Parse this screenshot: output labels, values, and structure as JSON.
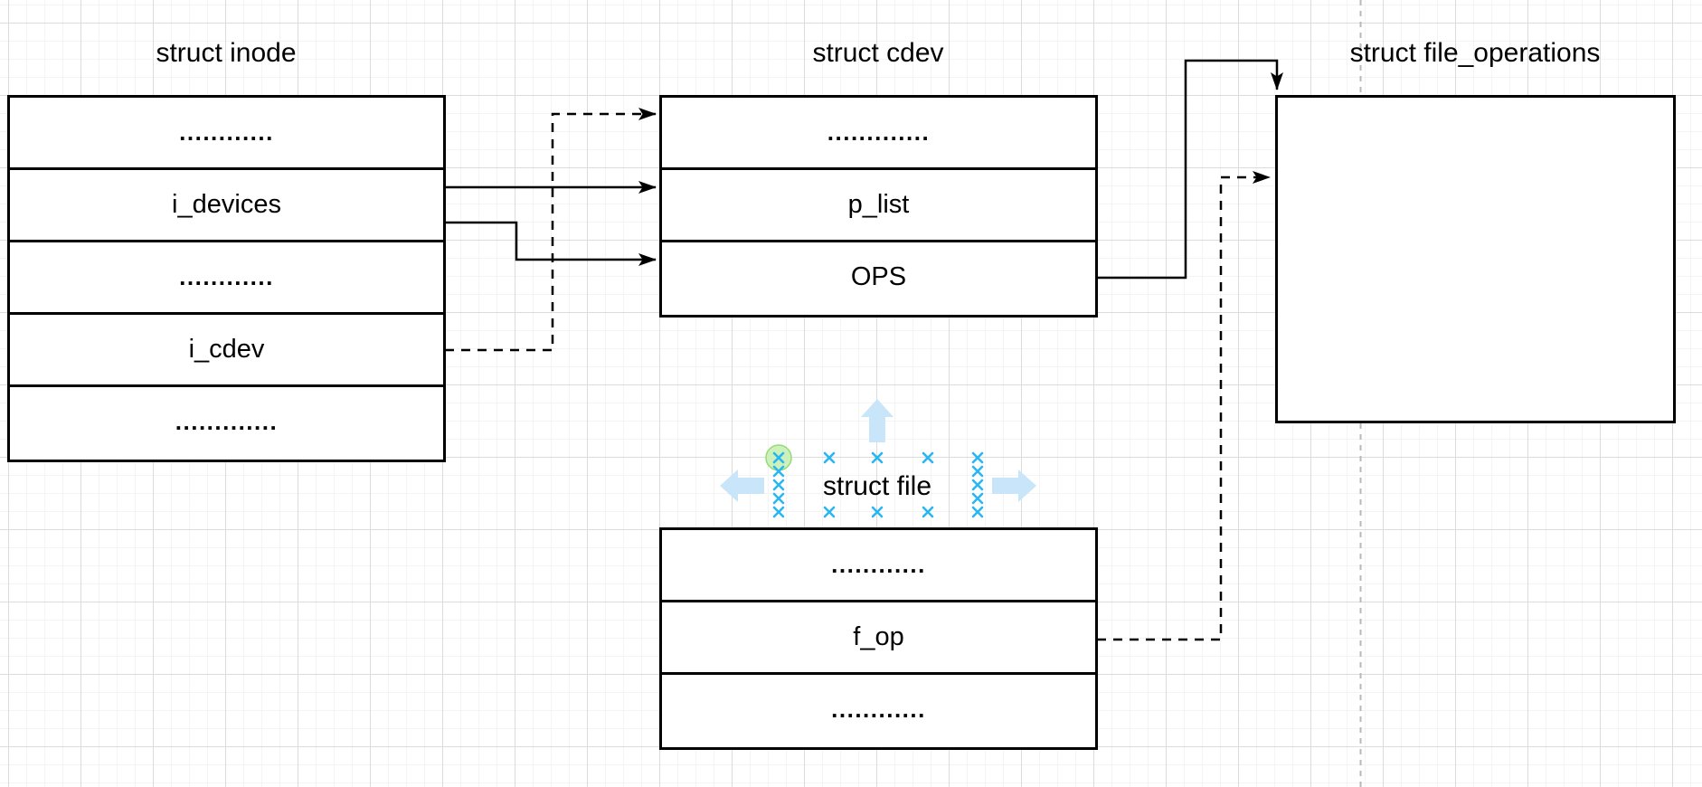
{
  "diagram": {
    "inode": {
      "title": "struct inode",
      "rows": [
        "............",
        "i_devices",
        "............",
        "i_cdev",
        "............."
      ]
    },
    "cdev": {
      "title": "struct cdev",
      "rows": [
        ".............",
        "p_list",
        "OPS"
      ]
    },
    "file_operations": {
      "title": "struct file_operations",
      "rows": []
    },
    "file": {
      "title": "struct file",
      "rows": [
        "............",
        "f_op",
        "............"
      ]
    }
  },
  "edges": {
    "i_devices_to_p_list": "solid",
    "i_devices_to_ops": "solid",
    "i_cdev_to_cdev": "dashed",
    "ops_to_file_operations": "solid",
    "f_op_to_file_operations": "dashed"
  },
  "selection": {
    "selected_shape": "struct file",
    "connection_point_color": "#29b6f2",
    "hover_point_fill": "#cdf1ba",
    "hover_point_stroke": "#95db78",
    "direction_arrow_color": "#c9e5f9"
  },
  "canvas": {
    "background": "#ffffff",
    "grid_minor_color": "#f4f4f4",
    "grid_major_color": "#dcdcdc",
    "shape_stroke_color": "#000000",
    "page_divider_color": "#b8b8b8"
  }
}
